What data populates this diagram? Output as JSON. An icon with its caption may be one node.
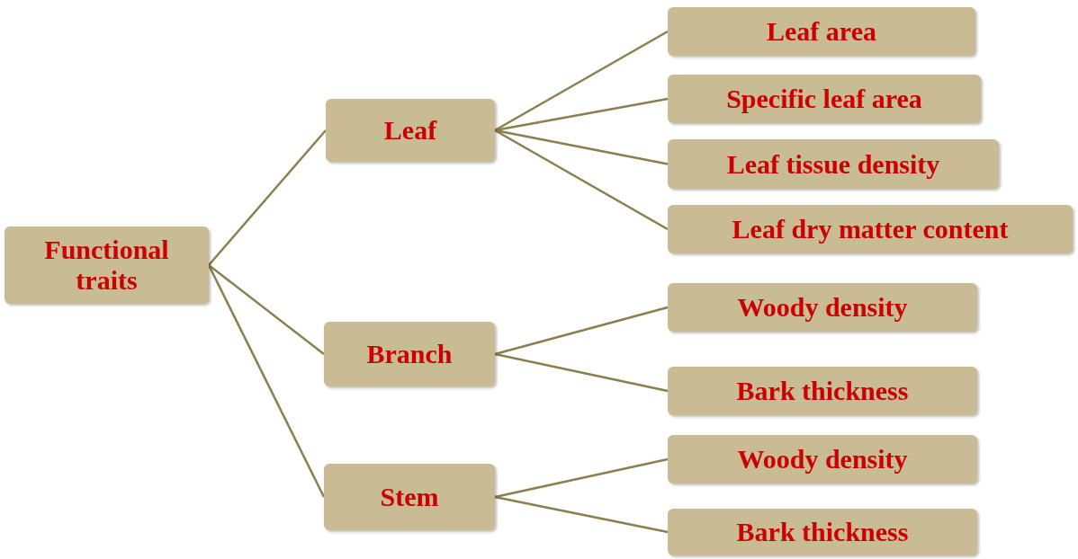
{
  "diagram": {
    "nodes": [
      {
        "text": [
          "Functional traits"
        ]
      },
      {
        "text": [
          "Leaf"
        ]
      },
      {
        "text": [
          "Branch"
        ]
      },
      {
        "text": [
          "Stem"
        ]
      },
      {
        "text": [
          "Leaf area"
        ]
      },
      {
        "text": [
          "Specific leaf area"
        ]
      },
      {
        "text": [
          "Leaf tissue density"
        ]
      },
      {
        "text": [
          "Leaf dry matter content"
        ]
      },
      {
        "text": [
          "Woody density"
        ]
      },
      {
        "text": [
          "Bark thickness"
        ]
      },
      {
        "text": [
          "Woody density"
        ]
      },
      {
        "text": [
          "Bark thickness"
        ]
      }
    ],
    "edges": [
      {
        "from": 0,
        "to": 1,
        "arrow": "none"
      },
      {
        "from": 0,
        "to": 2,
        "arrow": "none"
      },
      {
        "from": 0,
        "to": 3,
        "arrow": "none"
      },
      {
        "from": 1,
        "to": 4,
        "arrow": "none"
      },
      {
        "from": 1,
        "to": 5,
        "arrow": "none"
      },
      {
        "from": 1,
        "to": 6,
        "arrow": "none"
      },
      {
        "from": 1,
        "to": 7,
        "arrow": "none"
      },
      {
        "from": 2,
        "to": 8,
        "arrow": "none"
      },
      {
        "from": 2,
        "to": 9,
        "arrow": "none"
      },
      {
        "from": 3,
        "to": 10,
        "arrow": "none"
      },
      {
        "from": 3,
        "to": 11,
        "arrow": "none"
      }
    ]
  }
}
